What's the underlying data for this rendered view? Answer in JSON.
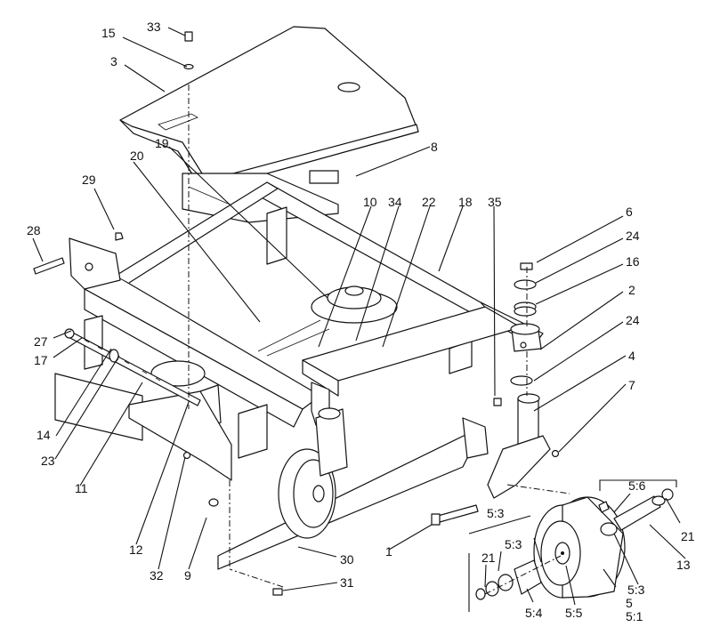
{
  "callouts": [
    {
      "id": "c33",
      "text": "33"
    },
    {
      "id": "c15",
      "text": "15"
    },
    {
      "id": "c3",
      "text": "3"
    },
    {
      "id": "c8",
      "text": "8"
    },
    {
      "id": "c19",
      "text": "19"
    },
    {
      "id": "c20",
      "text": "20"
    },
    {
      "id": "c10",
      "text": "10"
    },
    {
      "id": "c34",
      "text": "34"
    },
    {
      "id": "c22",
      "text": "22"
    },
    {
      "id": "c18",
      "text": "18"
    },
    {
      "id": "c35",
      "text": "35"
    },
    {
      "id": "c6",
      "text": "6"
    },
    {
      "id": "c24a",
      "text": "24"
    },
    {
      "id": "c16",
      "text": "16"
    },
    {
      "id": "c2",
      "text": "2"
    },
    {
      "id": "c24b",
      "text": "24"
    },
    {
      "id": "c4",
      "text": "4"
    },
    {
      "id": "c7",
      "text": "7"
    },
    {
      "id": "c29",
      "text": "29"
    },
    {
      "id": "c28",
      "text": "28"
    },
    {
      "id": "c27",
      "text": "27"
    },
    {
      "id": "c17",
      "text": "17"
    },
    {
      "id": "c14",
      "text": "14"
    },
    {
      "id": "c23",
      "text": "23"
    },
    {
      "id": "c11",
      "text": "11"
    },
    {
      "id": "c12",
      "text": "12"
    },
    {
      "id": "c32",
      "text": "32"
    },
    {
      "id": "c9",
      "text": "9"
    },
    {
      "id": "c30",
      "text": "30"
    },
    {
      "id": "c31",
      "text": "31"
    },
    {
      "id": "c1",
      "text": "1"
    },
    {
      "id": "c5_6",
      "text": "5:6"
    },
    {
      "id": "c5_3a",
      "text": "5:3"
    },
    {
      "id": "c5_3b",
      "text": "5:3"
    },
    {
      "id": "c21a",
      "text": "21"
    },
    {
      "id": "c21b",
      "text": "21"
    },
    {
      "id": "c13",
      "text": "13"
    },
    {
      "id": "c5_3c",
      "text": "5:3"
    },
    {
      "id": "c5_4",
      "text": "5:4"
    },
    {
      "id": "c5_5",
      "text": "5:5"
    },
    {
      "id": "c5",
      "text": "5"
    },
    {
      "id": "c5_1",
      "text": "5:1"
    }
  ]
}
